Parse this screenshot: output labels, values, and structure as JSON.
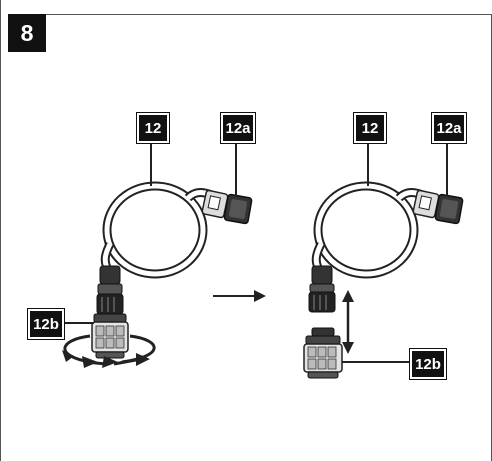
{
  "figure": {
    "step_number": "8",
    "labels": {
      "hose": "12",
      "connector": "12a",
      "filter": "12b"
    }
  }
}
